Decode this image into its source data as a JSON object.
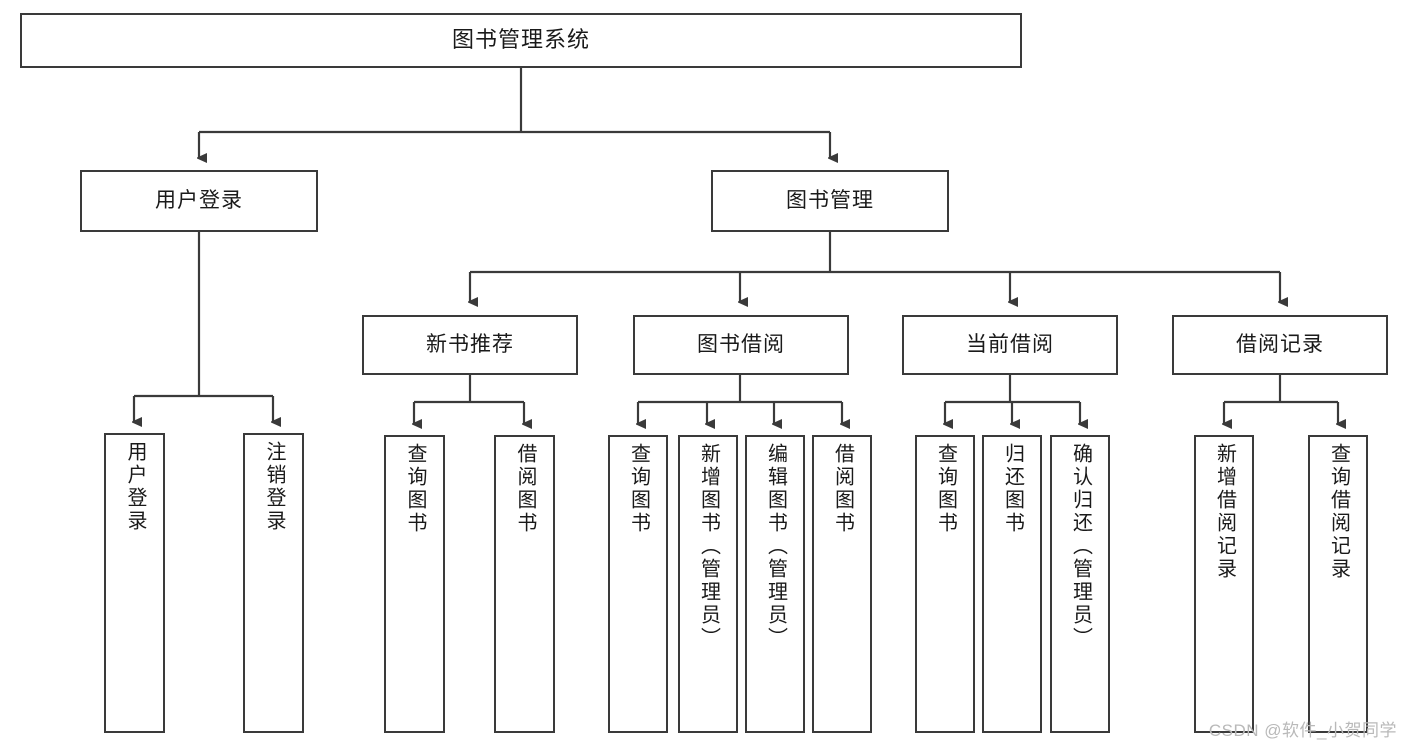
{
  "diagram": {
    "title": "图书管理系统",
    "type": "hierarchy-tree",
    "levels": {
      "root": {
        "label": "图书管理系统"
      },
      "level2": [
        {
          "label": "用户登录"
        },
        {
          "label": "图书管理"
        }
      ],
      "level3": [
        {
          "label": "新书推荐"
        },
        {
          "label": "图书借阅"
        },
        {
          "label": "当前借阅"
        },
        {
          "label": "借阅记录"
        }
      ],
      "leaves": {
        "user_login": [
          {
            "label": "用户登录"
          },
          {
            "label": "注销登录"
          }
        ],
        "new_book_recommend": [
          {
            "label": "查询图书"
          },
          {
            "label": "借阅图书"
          }
        ],
        "book_borrow": [
          {
            "label": "查询图书"
          },
          {
            "label": "新增图书（管理员）"
          },
          {
            "label": "编辑图书（管理员）"
          },
          {
            "label": "借阅图书"
          }
        ],
        "current_borrow": [
          {
            "label": "查询图书"
          },
          {
            "label": "归还图书"
          },
          {
            "label": "确认归还（管理员）"
          }
        ],
        "borrow_record": [
          {
            "label": "新增借阅记录"
          },
          {
            "label": "查询借阅记录"
          }
        ]
      }
    },
    "colors": {
      "border": "#3a3a3a",
      "text": "#1a1a1a",
      "background": "#ffffff",
      "connector": "#3a3a3a",
      "watermark": "#b9b9b9"
    }
  },
  "watermark": {
    "text": "CSDN @软件_小贺同学"
  }
}
